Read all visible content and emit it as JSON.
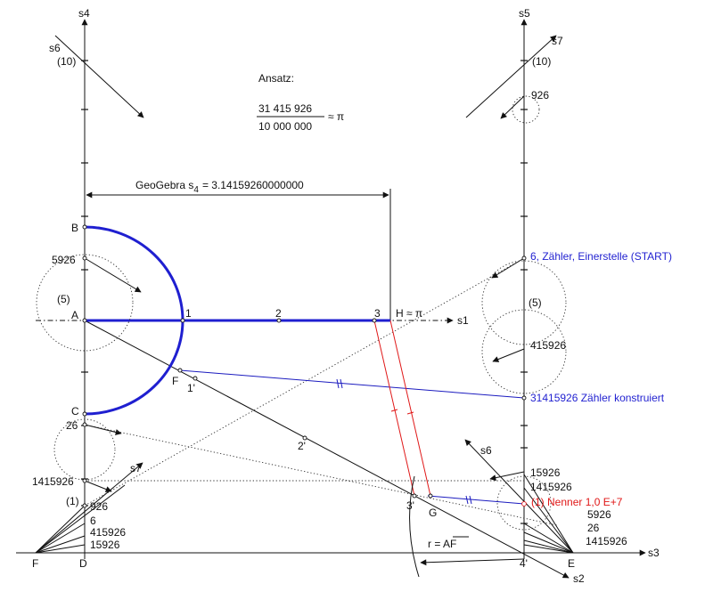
{
  "colors": {
    "construction": "#111111",
    "highlight_blue": "#1f1fd0",
    "highlight_red": "#e01818"
  },
  "axes": {
    "s1": "s1",
    "s2": "s2",
    "s3": "s3",
    "s4": "s4",
    "s5": "s5",
    "s6": "s6",
    "s7": "s7"
  },
  "ansatz": {
    "title": "Ansatz:",
    "numerator": "31 415 926",
    "denominator": "10 000 000",
    "approx": "≈ π"
  },
  "geogebra": {
    "label": "GeoGebra s",
    "sub": "4",
    "value": "=  3.14159260000000"
  },
  "points": {
    "A": "A",
    "B": "B",
    "C": "C",
    "D": "D",
    "E": "E",
    "F": "F",
    "G": "G",
    "H": "H ≈ π",
    "one": "1",
    "two": "2",
    "three": "3",
    "one_p": "1'",
    "two_p": "2'",
    "three_p": "3'",
    "four_p": "4'"
  },
  "left_labels": {
    "ten": "(10)",
    "five_paren": "(5)",
    "one_paren": "(1)",
    "n5926": "5926",
    "n26": "26",
    "n1415926": "1415926",
    "n926": "926",
    "n6": "6",
    "n415926": "415926",
    "n15926": "15926"
  },
  "right_labels": {
    "ten": "(10)",
    "n926": "926",
    "five_paren": "(5)",
    "n415926": "415926",
    "n15926": "15926",
    "n1415926": "1415926",
    "n5926": "5926",
    "n26": "26",
    "n1415926b": "1415926"
  },
  "annotations": {
    "start": "6, Zähler, Einerstelle (START)",
    "zaehler": "31415926 Zähler konstruiert",
    "nenner": "(1) Nenner 1,0 E+7",
    "radius": "r = AF"
  }
}
